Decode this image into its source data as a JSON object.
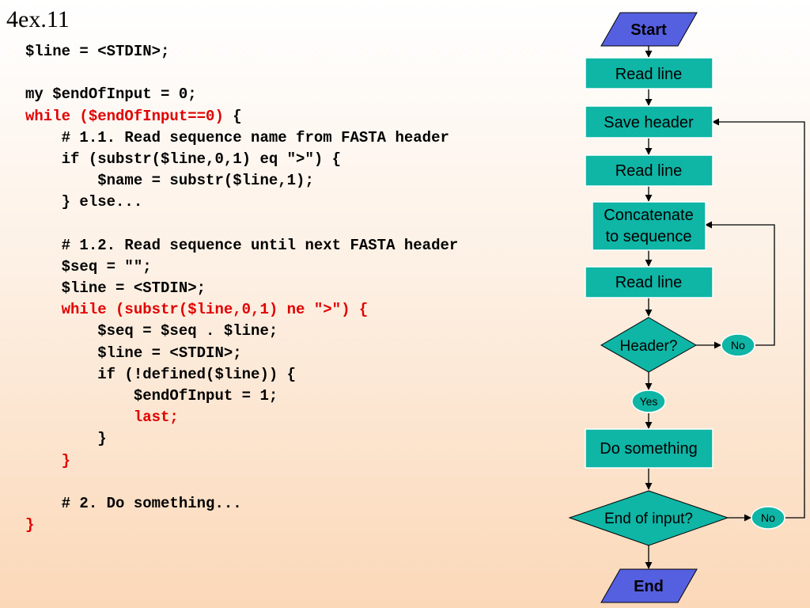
{
  "slide": {
    "title": "4ex.11"
  },
  "code_lines": [
    [
      {
        "text": "$line = <STDIN>;",
        "color": "black"
      }
    ],
    [
      {
        "text": "",
        "color": "black"
      }
    ],
    [
      {
        "text": "my $endOfInput = 0;",
        "color": "black"
      }
    ],
    [
      {
        "text": "while ($endOfInput==0)",
        "color": "red"
      },
      {
        "text": " {",
        "color": "black"
      }
    ],
    [
      {
        "text": "    # 1.1. Read sequence name from FASTA header",
        "color": "black"
      }
    ],
    [
      {
        "text": "    if (substr($line,0,1) eq \">\") {",
        "color": "black"
      }
    ],
    [
      {
        "text": "        $name = substr($line,1);",
        "color": "black"
      }
    ],
    [
      {
        "text": "    } else...",
        "color": "black"
      }
    ],
    [
      {
        "text": "",
        "color": "black"
      }
    ],
    [
      {
        "text": "    # 1.2. Read sequence until next FASTA header",
        "color": "black"
      }
    ],
    [
      {
        "text": "    $seq = \"\";",
        "color": "black"
      }
    ],
    [
      {
        "text": "    $line = <STDIN>;",
        "color": "black"
      }
    ],
    [
      {
        "text": "    while (substr($line,0,1) ne \">\") {",
        "color": "red"
      }
    ],
    [
      {
        "text": "        $seq = $seq . $line;",
        "color": "black"
      }
    ],
    [
      {
        "text": "        $line = <STDIN>;",
        "color": "black"
      }
    ],
    [
      {
        "text": "        if (!defined($line)) {",
        "color": "black"
      }
    ],
    [
      {
        "text": "            $endOfInput = 1;",
        "color": "black"
      }
    ],
    [
      {
        "text": "            last;",
        "color": "red"
      }
    ],
    [
      {
        "text": "        }",
        "color": "black"
      }
    ],
    [
      {
        "text": "    }",
        "color": "red"
      }
    ],
    [
      {
        "text": "",
        "color": "black"
      }
    ],
    [
      {
        "text": "    # 2. Do something...",
        "color": "black"
      }
    ],
    [
      {
        "text": "}",
        "color": "red"
      }
    ]
  ],
  "flowchart": {
    "start": "Start",
    "read_line_1": "Read line",
    "save_header": "Save header",
    "read_line_2": "Read line",
    "concat_line1": "Concatenate",
    "concat_line2": "to sequence",
    "read_line_3": "Read line",
    "header_q": "Header?",
    "header_no": "No",
    "header_yes": "Yes",
    "do_something": "Do something",
    "end_of_input_q": "End of input?",
    "end_no": "No",
    "end": "End"
  },
  "colors": {
    "node_fill": "#0fb5a5",
    "parallelogram_fill": "#5560e0",
    "code_red": "#e00000"
  }
}
